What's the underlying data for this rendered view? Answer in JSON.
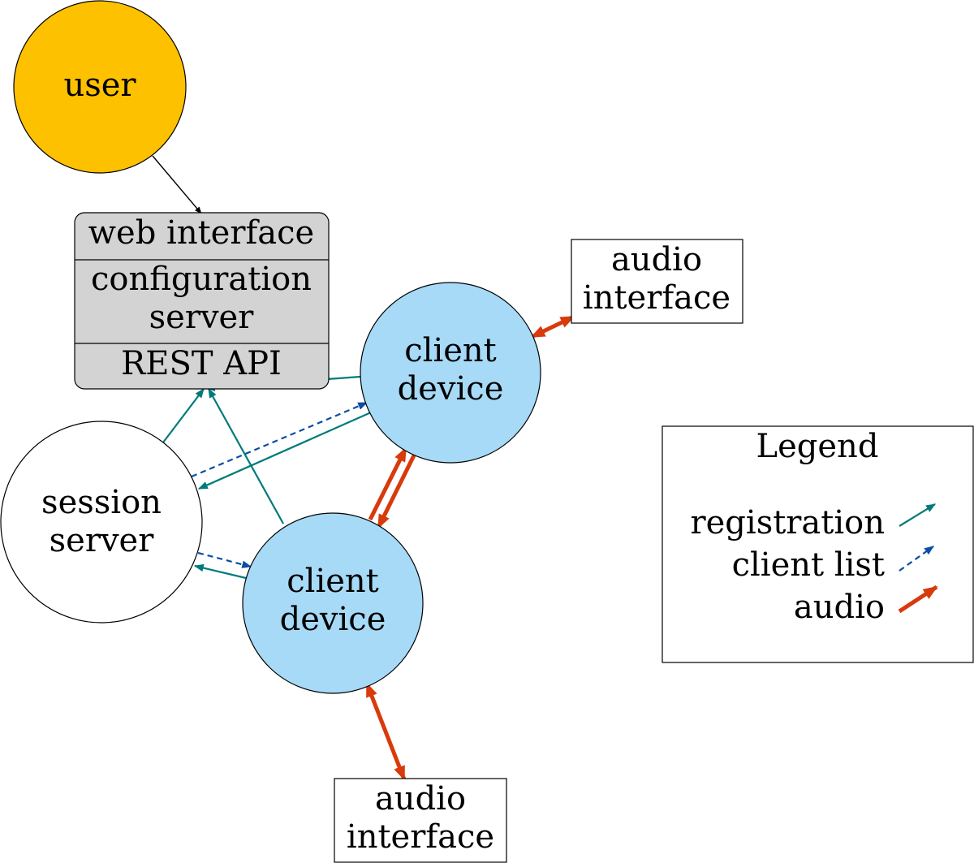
{
  "nodes": {
    "user": {
      "label": "user"
    },
    "config_server": {
      "top": "web interface",
      "middle_line1": "configuration",
      "middle_line2": "server",
      "bottom": "REST API"
    },
    "session_server": {
      "line1": "session",
      "line2": "server"
    },
    "client_device_upper": {
      "line1": "client",
      "line2": "device"
    },
    "client_device_lower": {
      "line1": "client",
      "line2": "device"
    },
    "audio_interface_upper": {
      "line1": "audio",
      "line2": "interface"
    },
    "audio_interface_lower": {
      "line1": "audio",
      "line2": "interface"
    }
  },
  "legend": {
    "title": "Legend",
    "items": [
      {
        "label": "registration"
      },
      {
        "label": "client list"
      },
      {
        "label": "audio"
      }
    ]
  },
  "colors": {
    "user_fill": "#FDC100",
    "client_fill": "#A6DAF7",
    "config_fill": "#D3D3D3",
    "registration": "#007B7A",
    "client_list": "#0B4EA2",
    "audio": "#D93A0B",
    "plain_edge": "#000000"
  }
}
